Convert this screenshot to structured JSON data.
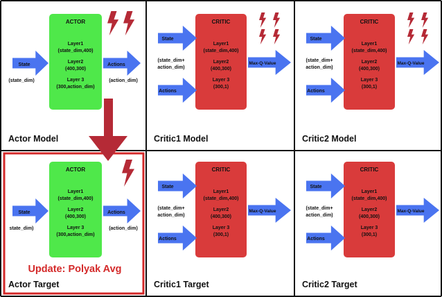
{
  "colors": {
    "actor_box": "#4fe84a",
    "critic_box": "#d93b3b",
    "arrow_blue": "#4a74f0",
    "down_arrow": "#b52a36",
    "lightning": "#b52a36",
    "highlight_border": "#d42a2a",
    "grid_line": "#111111"
  },
  "panels": [
    {
      "kind": "actor",
      "box_title": "ACTOR",
      "layers": [
        "Layer1",
        "(state_dim,400)",
        "Layer2",
        "(400,300)",
        "Layer 3",
        "(300,action_dim)"
      ],
      "input_label": "State",
      "input_dim": "(state_dim)",
      "output_label": "Actions",
      "output_dim": "(action_dim)",
      "caption": "Actor Model",
      "bolts": 2
    },
    {
      "kind": "critic",
      "box_title": "CRITIC",
      "layers": [
        "Layer1",
        "(state_dim,400)",
        "Layer2",
        "(400,300)",
        "Layer 3",
        "(300,1)"
      ],
      "input_label": "State",
      "input_dim": "(state_dim+\naction_dim)",
      "input2_label": "Actions",
      "output_label": "Max-Q-Value",
      "caption": "Critic1 Model",
      "bolts": 4
    },
    {
      "kind": "critic",
      "box_title": "CRITIC",
      "layers": [
        "Layer1",
        "(state_dim,400)",
        "Layer2",
        "(400,300)",
        "Layer 3",
        "(300,1)"
      ],
      "input_label": "State",
      "input_dim": "(state_dim+\naction_dim)",
      "input2_label": "Actions",
      "output_label": "Max-Q-Value",
      "caption": "Critic2 Model",
      "bolts": 4
    },
    {
      "kind": "actor",
      "box_title": "ACTOR",
      "layers": [
        "Layer1",
        "(state_dim,400)",
        "Layer2",
        "(400,300)",
        "Layer 3",
        "(300,action_dim)"
      ],
      "input_label": "State",
      "input_dim": "state_dim)",
      "output_label": "Actions",
      "output_dim": "(action_dim)",
      "caption": "Actor Target",
      "bolts": 1,
      "update_text": "Update: Polyak Avg"
    },
    {
      "kind": "critic",
      "box_title": "CRITIC",
      "layers": [
        "Layer1",
        "(state_dim,400)",
        "Layer2",
        "(400,300)",
        "Layer 3",
        "(300,1)"
      ],
      "input_label": "State",
      "input_dim": "(state_dim+\naction_dim)",
      "input2_label": "Actions",
      "output_label": "Max-Q-Value",
      "caption": "Critic1 Target",
      "bolts": 0
    },
    {
      "kind": "critic",
      "box_title": "CRITIC",
      "layers": [
        "Layer1",
        "(state_dim,400)",
        "Layer2",
        "(400,300)",
        "Layer 3",
        "(300,1)"
      ],
      "input_label": "State",
      "input_dim": "(state_dim+\naction_dim)",
      "input2_label": "Actions",
      "output_label": "Max-Q-Value",
      "caption": "Critic2 Target",
      "bolts": 0
    }
  ]
}
